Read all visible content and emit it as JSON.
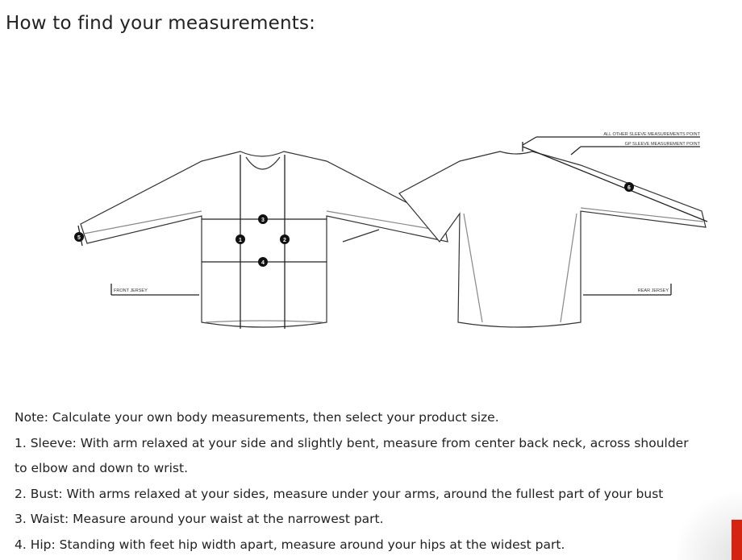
{
  "heading": "How to find your measurements:",
  "diagram": {
    "label_other_point": "ALL OTHER SLEEVE MEASUREMENTS POINT",
    "label_gp_point": "GP SLEEVE MEASUREMENT POINT",
    "label_front": "FRONT JERSEY",
    "label_rear": "REAR JERSEY",
    "markers": [
      "1",
      "2",
      "3",
      "4",
      "5",
      "6"
    ]
  },
  "notes": [
    "Note: Calculate your own body measurements, then select your product size.",
    "1. Sleeve: With arm relaxed at your side and slightly bent, measure from center back neck, across shoulder",
    "to elbow and down to wrist.",
    "2. Bust: With arms relaxed at your sides, measure under your arms, around the fullest part of your bust",
    "3. Waist: Measure around your waist at the narrowest part.",
    "4. Hip: Standing with feet hip width apart, measure around your hips at the widest part."
  ],
  "colors": {
    "accent": "#d42412"
  }
}
